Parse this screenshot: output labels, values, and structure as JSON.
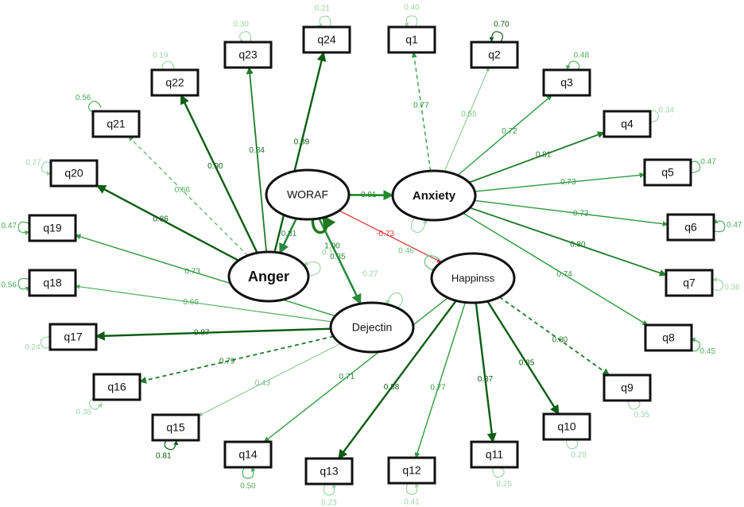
{
  "latents": [
    {
      "id": "WORAF",
      "label": "WORAF"
    },
    {
      "id": "Anxiety",
      "label": "Anxiety"
    },
    {
      "id": "Anger",
      "label": "Anger"
    },
    {
      "id": "Dejectin",
      "label": "Dejectin"
    },
    {
      "id": "Happinss",
      "label": "Happinss"
    }
  ],
  "items": [
    {
      "id": "q1",
      "residual": "0.40"
    },
    {
      "id": "q2",
      "residual": "0.70"
    },
    {
      "id": "q3",
      "residual": "0.48"
    },
    {
      "id": "q4",
      "residual": "0.34"
    },
    {
      "id": "q5",
      "residual": "0.47"
    },
    {
      "id": "q6",
      "residual": "0.47"
    },
    {
      "id": "q7",
      "residual": "0.36"
    },
    {
      "id": "q8",
      "residual": "0.45"
    },
    {
      "id": "q9",
      "residual": "0.35"
    },
    {
      "id": "q10",
      "residual": "0.28"
    },
    {
      "id": "q11",
      "residual": "0.25"
    },
    {
      "id": "q12",
      "residual": "0.41"
    },
    {
      "id": "q13",
      "residual": "0.23"
    },
    {
      "id": "q14",
      "residual": "0.50"
    },
    {
      "id": "q15",
      "residual": "0.81"
    },
    {
      "id": "q16",
      "residual": "0.38"
    },
    {
      "id": "q17",
      "residual": "0.24"
    },
    {
      "id": "q18",
      "residual": "0.56"
    },
    {
      "id": "q19",
      "residual": "0.47"
    },
    {
      "id": "q20",
      "residual": "0.27"
    },
    {
      "id": "q21",
      "residual": "0.56"
    },
    {
      "id": "q22",
      "residual": "0.19"
    },
    {
      "id": "q23",
      "residual": "0.30"
    },
    {
      "id": "q24",
      "residual": "0.21"
    }
  ],
  "loadings": [
    {
      "from": "Anxiety",
      "to": "q1",
      "value": "0.77",
      "dashed": true
    },
    {
      "from": "Anxiety",
      "to": "q2",
      "value": "0.55"
    },
    {
      "from": "Anxiety",
      "to": "q3",
      "value": "0.72"
    },
    {
      "from": "Anxiety",
      "to": "q4",
      "value": "0.81"
    },
    {
      "from": "Anxiety",
      "to": "q5",
      "value": "0.73"
    },
    {
      "from": "Anxiety",
      "to": "q6",
      "value": "0.73"
    },
    {
      "from": "Anxiety",
      "to": "q7",
      "value": "0.80"
    },
    {
      "from": "Anxiety",
      "to": "q8",
      "value": "0.74"
    },
    {
      "from": "Happinss",
      "to": "q9",
      "value": "0.80",
      "dashed": true
    },
    {
      "from": "Happinss",
      "to": "q10",
      "value": "0.85"
    },
    {
      "from": "Happinss",
      "to": "q11",
      "value": "0.87"
    },
    {
      "from": "Happinss",
      "to": "q12",
      "value": "0.77"
    },
    {
      "from": "Happinss",
      "to": "q13",
      "value": "0.88"
    },
    {
      "from": "Happinss",
      "to": "q14",
      "value": "0.71"
    },
    {
      "from": "Dejectin",
      "to": "q15",
      "value": "0.43"
    },
    {
      "from": "Dejectin",
      "to": "q16",
      "value": "0.79",
      "dashed": true
    },
    {
      "from": "Dejectin",
      "to": "q17",
      "value": "0.87"
    },
    {
      "from": "Dejectin",
      "to": "q18",
      "value": "0.66"
    },
    {
      "from": "Dejectin",
      "to": "q19",
      "value": "0.73"
    },
    {
      "from": "Anger",
      "to": "q20",
      "value": "0.86"
    },
    {
      "from": "Anger",
      "to": "q21",
      "value": "0.66",
      "dashed": true
    },
    {
      "from": "Anger",
      "to": "q22",
      "value": "0.90"
    },
    {
      "from": "Anger",
      "to": "q23",
      "value": "0.84"
    },
    {
      "from": "Anger",
      "to": "q24",
      "value": "0.89"
    }
  ],
  "structural": [
    {
      "from": "WORAF",
      "to": "Anxiety",
      "value": "0.91",
      "color": "#1f8a2a"
    },
    {
      "from": "WORAF",
      "to": "Happinss",
      "value": "-0.73",
      "color": "#e03131"
    },
    {
      "from": "WORAF",
      "to": "Anger",
      "value": "0.81",
      "color": "#2b8a3e"
    },
    {
      "from": "WORAF",
      "to": "Dejectin",
      "value": "0.85",
      "color": "#2b8a3e"
    }
  ],
  "extra_labels": [
    {
      "text": "1.00",
      "color": "#1f7a1f"
    },
    {
      "text": "0.46",
      "color": "#69c07a"
    },
    {
      "text": "0.27",
      "color": "#9fd6a8"
    },
    {
      "text": "0.1",
      "color": "#8fcf98"
    }
  ],
  "colors": {
    "strong": "#0b5d12",
    "mid": "#2b8a3e",
    "light": "#69c07a",
    "faint": "#a8dcb0",
    "negative": "#e03131"
  }
}
